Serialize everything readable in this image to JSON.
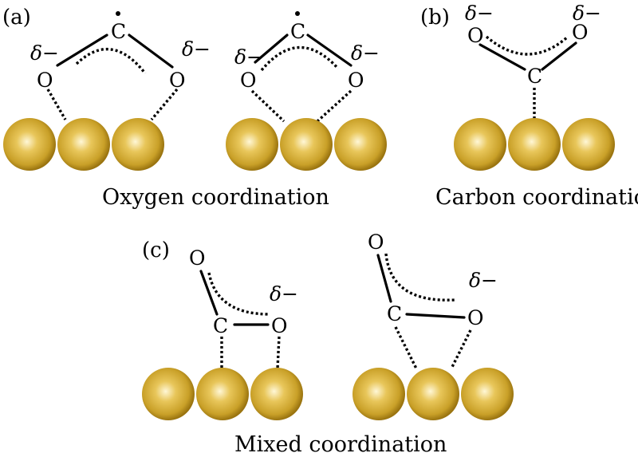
{
  "panels": {
    "a": {
      "label": "(a)",
      "caption": "Oxygen coordination"
    },
    "b": {
      "label": "(b)",
      "caption": "Carbon coordination"
    },
    "c": {
      "label": "(c)",
      "caption": "Mixed coordination"
    }
  },
  "atoms": {
    "carbon": "C",
    "oxygen": "O",
    "partial_charge": "δ−"
  },
  "colors": {
    "sphere_light": "#fff7d6",
    "sphere_mid": "#d9b13a",
    "sphere_dark": "#9a7410"
  }
}
